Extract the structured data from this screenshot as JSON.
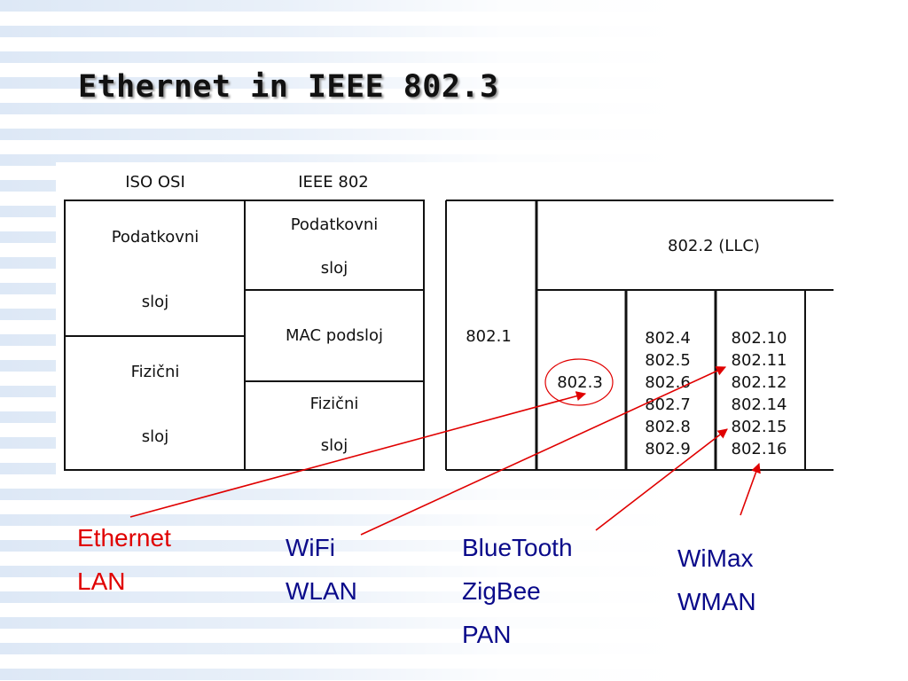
{
  "slide": {
    "title": "Ethernet in IEEE 802.3"
  },
  "colors": {
    "accent_red": "#e00000",
    "text_blue": "#0a0a8a",
    "stripe": "#dde8f6"
  },
  "diagram": {
    "header_iso": "ISO OSI",
    "header_ieee": "IEEE 802",
    "osi": {
      "datalink_1": "Podatkovni",
      "datalink_2": "sloj",
      "physical_1": "Fizični",
      "physical_2": "sloj"
    },
    "ieee": {
      "datalink_1": "Podatkovni",
      "datalink_2": "sloj",
      "mac": "MAC podsloj",
      "physical_1": "Fizični",
      "physical_2": "sloj"
    },
    "std_8021": "802.1",
    "std_8022": "802.2 (LLC)",
    "std_8023": "802.3",
    "col_a": [
      "802.4",
      "802.5",
      "802.6",
      "802.7",
      "802.8",
      "802.9"
    ],
    "col_b": [
      "802.10",
      "802.11",
      "802.12",
      "802.14",
      "802.15",
      "802.16"
    ]
  },
  "labels": {
    "ethernet": [
      "Ethernet",
      "LAN"
    ],
    "wifi": [
      "WiFi",
      "WLAN"
    ],
    "bluetooth": [
      "BlueTooth",
      "ZigBee",
      "PAN"
    ],
    "wimax": [
      "WiMax",
      "WMAN"
    ]
  }
}
